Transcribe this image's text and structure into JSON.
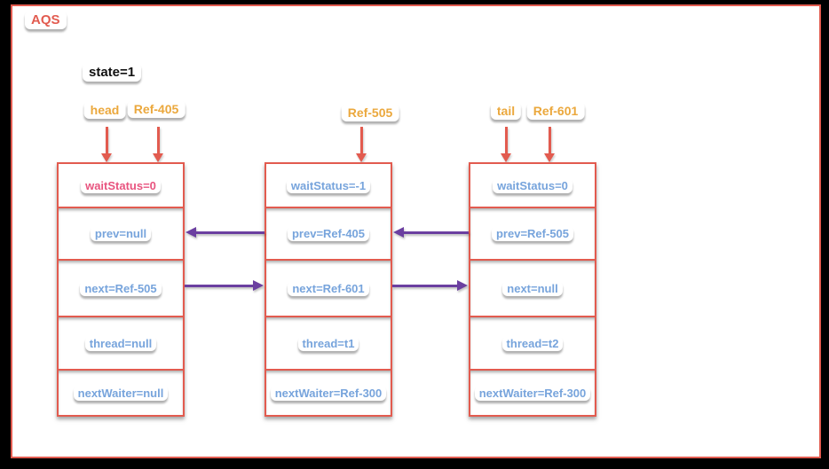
{
  "title": {
    "label": "AQS"
  },
  "state": {
    "label": "state=1"
  },
  "pointers": [
    {
      "label": "head"
    },
    {
      "label": "Ref-405"
    },
    {
      "label": "Ref-505"
    },
    {
      "label": "tail"
    },
    {
      "label": "Ref-601"
    }
  ],
  "nodes": [
    {
      "name": "node-ref-405",
      "rows": [
        {
          "field": "waitStatus",
          "text": "waitStatus=0"
        },
        {
          "field": "prev",
          "text": "prev=null"
        },
        {
          "field": "next",
          "text": "next=Ref-505"
        },
        {
          "field": "thread",
          "text": "thread=null"
        },
        {
          "field": "nextWaiter",
          "text": "nextWaiter=null"
        }
      ]
    },
    {
      "name": "node-ref-505",
      "rows": [
        {
          "field": "waitStatus",
          "text": "waitStatus=-1"
        },
        {
          "field": "prev",
          "text": "prev=Ref-405"
        },
        {
          "field": "next",
          "text": "next=Ref-601"
        },
        {
          "field": "thread",
          "text": "thread=t1"
        },
        {
          "field": "nextWaiter",
          "text": "nextWaiter=Ref-300"
        }
      ]
    },
    {
      "name": "node-ref-601",
      "rows": [
        {
          "field": "waitStatus",
          "text": "waitStatus=0"
        },
        {
          "field": "prev",
          "text": "prev=Ref-505"
        },
        {
          "field": "next",
          "text": "next=null"
        },
        {
          "field": "thread",
          "text": "thread=t2"
        },
        {
          "field": "nextWaiter",
          "text": "nextWaiter=Ref-300"
        }
      ]
    }
  ],
  "colors": {
    "red": "#E25B4F",
    "orange": "#EBA83D",
    "blue": "#77A4DC",
    "pink": "#E8547F",
    "purple": "#6B3FA0",
    "ink": "#111111"
  }
}
